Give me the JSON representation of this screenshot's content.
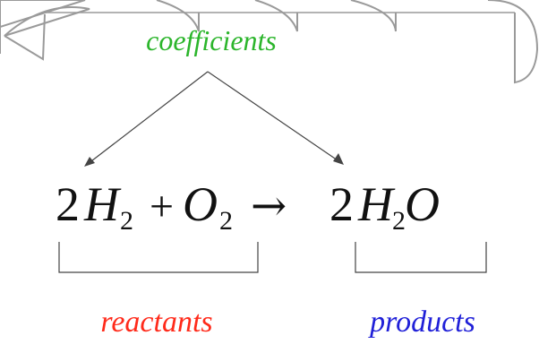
{
  "colors": {
    "coefficients": "#2bb52b",
    "reactants": "#ff2a1a",
    "products": "#2020d8",
    "equation": "#111111",
    "lines": "#444444",
    "frame": "#9a9a9a",
    "frame_fill": "#d4d4d4"
  },
  "labels": {
    "coefficients": "coefficients",
    "reactants": "reactants",
    "products": "products"
  },
  "equation": {
    "coef_1": "2",
    "h": "H",
    "sub_1": "2",
    "plus": "+",
    "o": "O",
    "sub_2": "2",
    "arrow": "→",
    "coef_2": "2",
    "h2": "H",
    "sub_3": "2",
    "o2": "O"
  }
}
